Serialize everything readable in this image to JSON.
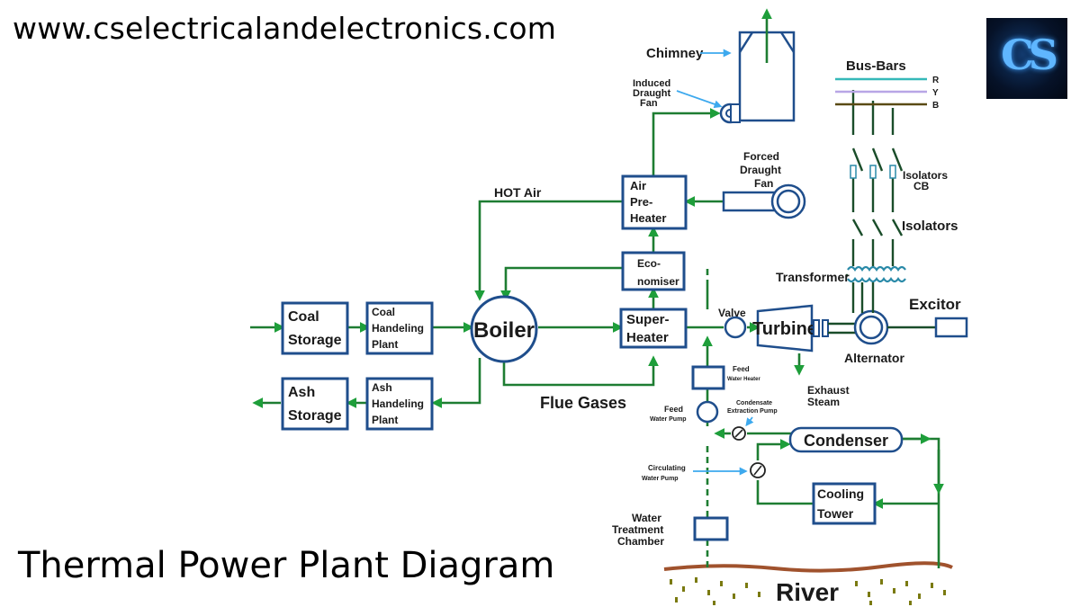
{
  "header": {
    "site_url": "www.cselectricalandelectronics.com"
  },
  "footer": {
    "title": "Thermal Power Plant Diagram"
  },
  "logo": {
    "text": "CS"
  },
  "components": {
    "coal_storage": [
      "Coal",
      "Storage"
    ],
    "coal_handling": [
      "Coal",
      "Handeling",
      "Plant"
    ],
    "ash_storage": [
      "Ash",
      "Storage"
    ],
    "ash_handling": [
      "Ash",
      "Handeling",
      "Plant"
    ],
    "boiler": "Boiler",
    "super_heater": [
      "Super-",
      "Heater"
    ],
    "economiser": [
      "Eco-",
      "nomiser"
    ],
    "air_preheater": [
      "Air",
      "Pre-",
      "Heater"
    ],
    "forced_draught_fan": [
      "Forced",
      "Draught",
      "Fan"
    ],
    "induced_draught_fan": [
      "Induced",
      "Draught",
      "Fan"
    ],
    "chimney": "Chimney",
    "turbine": "Turbine",
    "valve": "Valve",
    "alternator": "Alternator",
    "exciter": "Excitor",
    "transformer": "Transformer",
    "isolators_cb": [
      "Isolators",
      "CB"
    ],
    "isolators": "Isolators",
    "bus_bars": "Bus-Bars",
    "phases": [
      "R",
      "Y",
      "B"
    ],
    "condenser": "Condenser",
    "cooling_tower": [
      "Cooling",
      "Tower"
    ],
    "feed_water_heater": [
      "Feed",
      "Water Heater"
    ],
    "feed_water_pump": [
      "Feed",
      "Water Pump"
    ],
    "condensate_extraction_pump": [
      "Condensate",
      "Extraction Pump"
    ],
    "circulating_water_pump": [
      "Circulating",
      "Water Pump"
    ],
    "water_treatment_chamber": [
      "Water",
      "Treatment",
      "Chamber"
    ],
    "river": "River"
  },
  "flow_labels": {
    "hot_air": "HOT Air",
    "flue_gases": "Flue Gases",
    "exhaust_steam": [
      "Exhaust",
      "Steam"
    ]
  },
  "colors": {
    "flow_line": "#1e7d32",
    "box_outline": "#1f4e8c",
    "pointer": "#3da9ee",
    "bus_r": "#35b8b8",
    "bus_y": "#b8a6e6",
    "bus_b": "#5a4a14",
    "river": "#a0522d"
  }
}
